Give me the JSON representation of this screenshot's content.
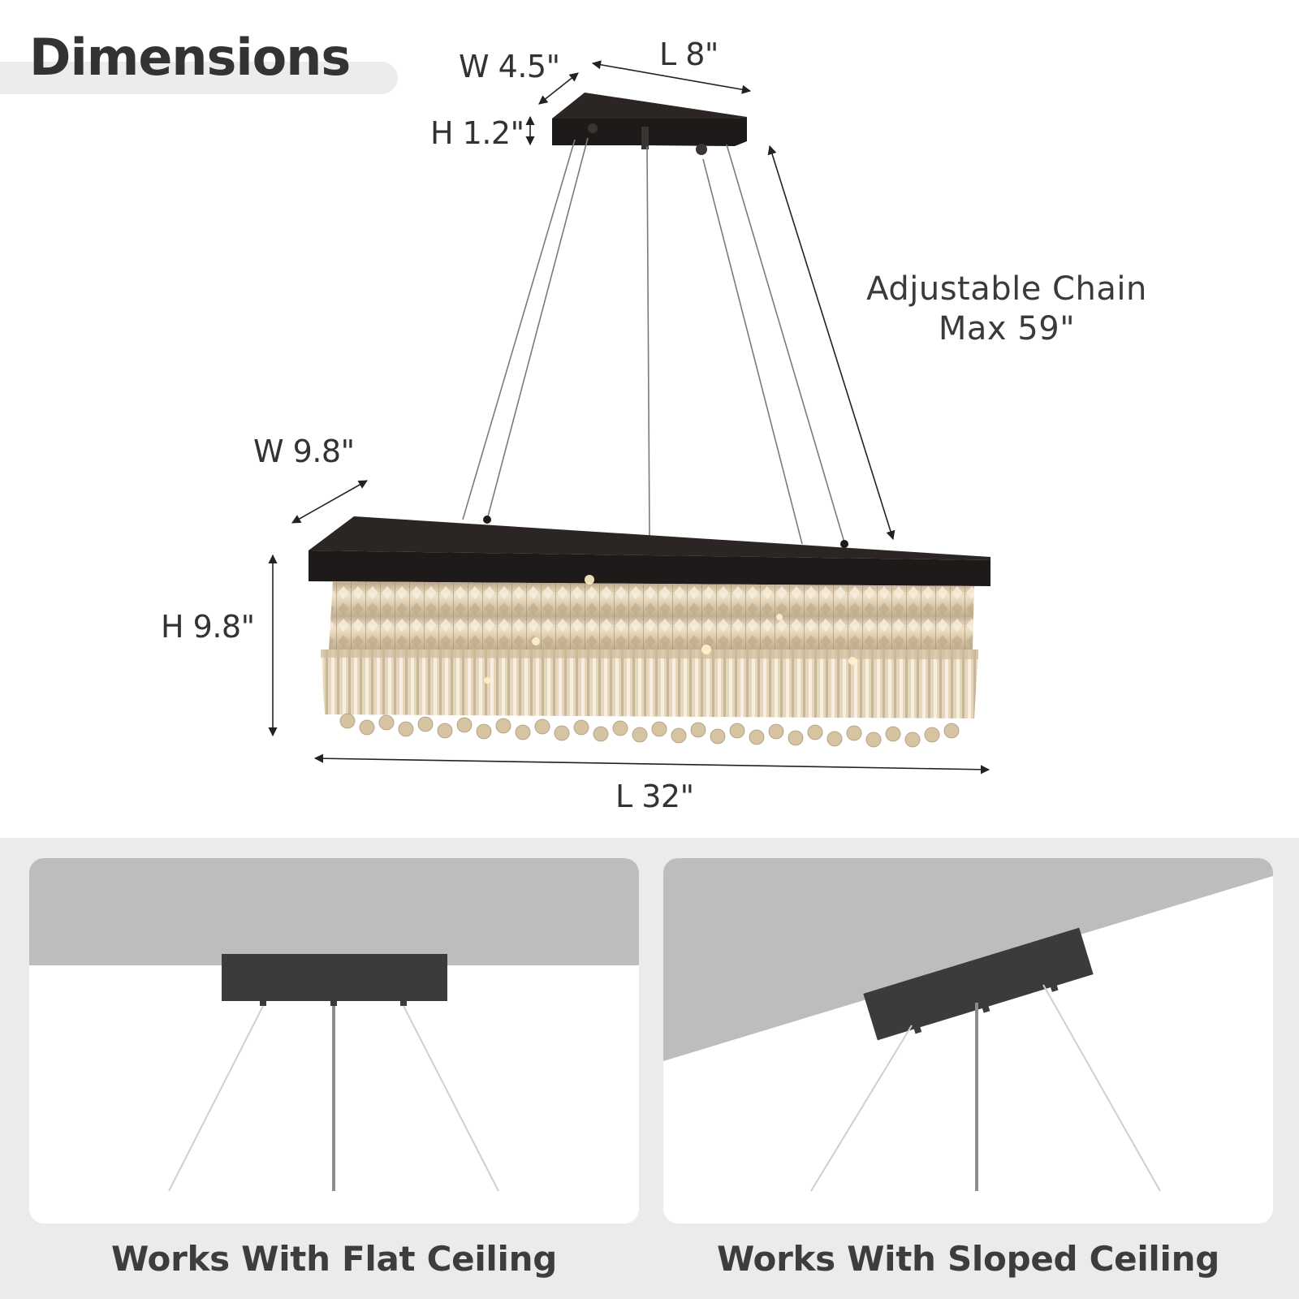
{
  "header": {
    "title": "Dimensions"
  },
  "canopy": {
    "width": "W 4.5\"",
    "length": "L 8\"",
    "height": "H 1.2\""
  },
  "chain": {
    "line1": "Adjustable Chain",
    "line2": "Max 59\""
  },
  "fixture": {
    "width": "W 9.8\"",
    "height": "H 9.8\"",
    "length": "L 32\""
  },
  "installation": {
    "flat_caption": "Works With Flat Ceiling",
    "sloped_caption": "Works With Sloped Ceiling"
  },
  "colors": {
    "text": "#333333",
    "fixture_frame": "#1e1a19",
    "crystal": "#d9c6a6",
    "ceiling_gray": "#bdbdbd",
    "band_gray": "#ebebeb"
  },
  "icons": [
    "dimension-arrow-icon",
    "chandelier-image",
    "canopy-icon"
  ]
}
